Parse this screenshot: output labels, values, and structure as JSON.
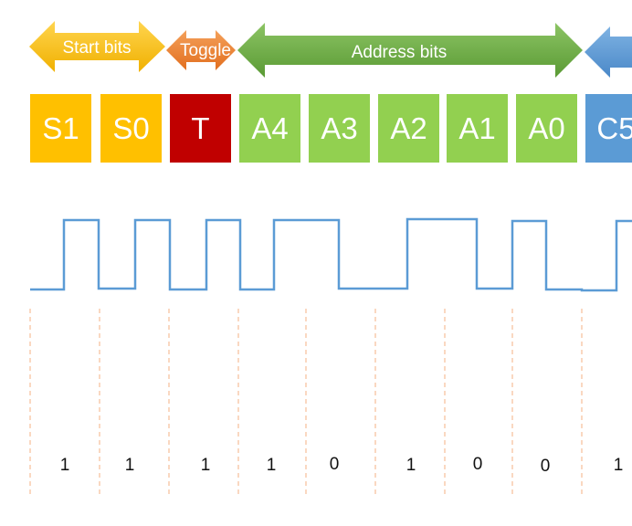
{
  "arrows": [
    {
      "label": "Start bits",
      "color": "#ffc000"
    },
    {
      "label": "Toggle",
      "color": "#ed7d31"
    },
    {
      "label": "Address bits",
      "color": "#70ad47"
    },
    {
      "label": "",
      "color": "#5b9bd5"
    }
  ],
  "boxes": [
    {
      "label": "S1",
      "color": "#ffc000"
    },
    {
      "label": "S0",
      "color": "#ffc000"
    },
    {
      "label": "T",
      "color": "#c00000"
    },
    {
      "label": "A4",
      "color": "#92d050"
    },
    {
      "label": "A3",
      "color": "#92d050"
    },
    {
      "label": "A2",
      "color": "#92d050"
    },
    {
      "label": "A1",
      "color": "#92d050"
    },
    {
      "label": "A0",
      "color": "#92d050"
    },
    {
      "label": "C5",
      "color": "#5b9bd5"
    }
  ],
  "bits": [
    "1",
    "1",
    "1",
    "1",
    "0",
    "1",
    "0",
    "0",
    "1"
  ],
  "signal_color": "#5b9bd5",
  "divider_color": "#f4b183"
}
